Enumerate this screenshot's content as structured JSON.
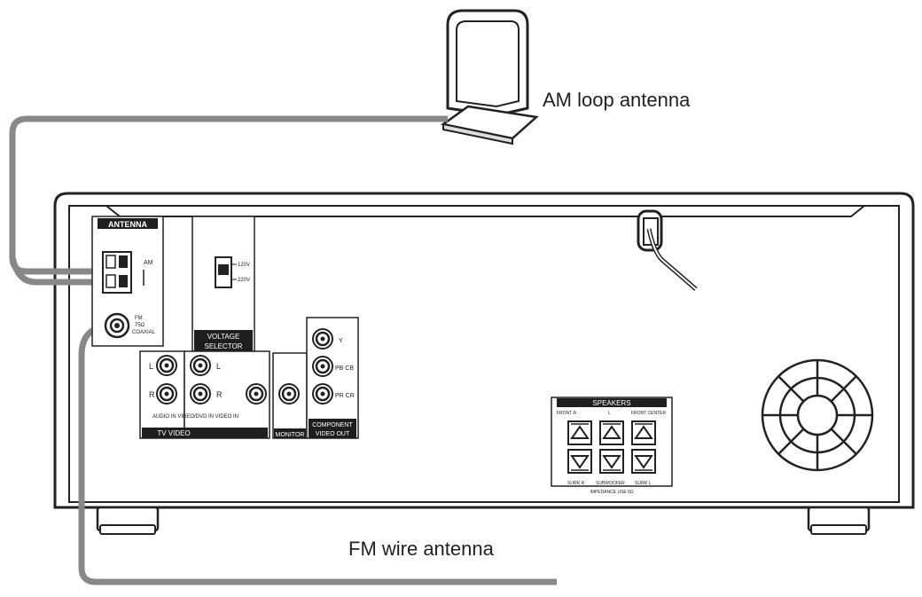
{
  "callouts": {
    "am_antenna": "AM loop antenna",
    "fm_antenna": "FM wire antenna"
  },
  "panel": {
    "antenna_title": "ANTENNA",
    "am_label": "AM",
    "fm_label_line1": "FM",
    "fm_label_line2": "75Ω",
    "fm_label_line3": "COAXIAL",
    "voltage_line1": "VOLTAGE",
    "voltage_line2": "SELECTOR",
    "voltage_opt1": "120V",
    "voltage_opt2": "220V",
    "tv_video": "TV VIDEO",
    "audio_in_video": "AUDIO IN VIDEO/DVD IN VIDEO IN",
    "jack_l": "L",
    "jack_r": "R",
    "monitor": "MONITOR",
    "component_line1": "COMPONENT",
    "component_line2": "VIDEO OUT",
    "comp_y": "Y",
    "comp_pb": "PB CB",
    "comp_pr": "PR CR",
    "speakers_title": "SPEAKERS",
    "front_r": "FRONT R",
    "front_l": "L",
    "front_center": "FRONT CENTER",
    "surr_r": "SURR R",
    "woofer": "SUBWOOFER",
    "surr_l": "SURR L",
    "impedance": "IMPEDANCE USE 6Ω"
  },
  "colors": {
    "line": "#222222",
    "wire": "#888888",
    "label_bg": "#1e1e1e",
    "label_fg": "#ffffff"
  }
}
